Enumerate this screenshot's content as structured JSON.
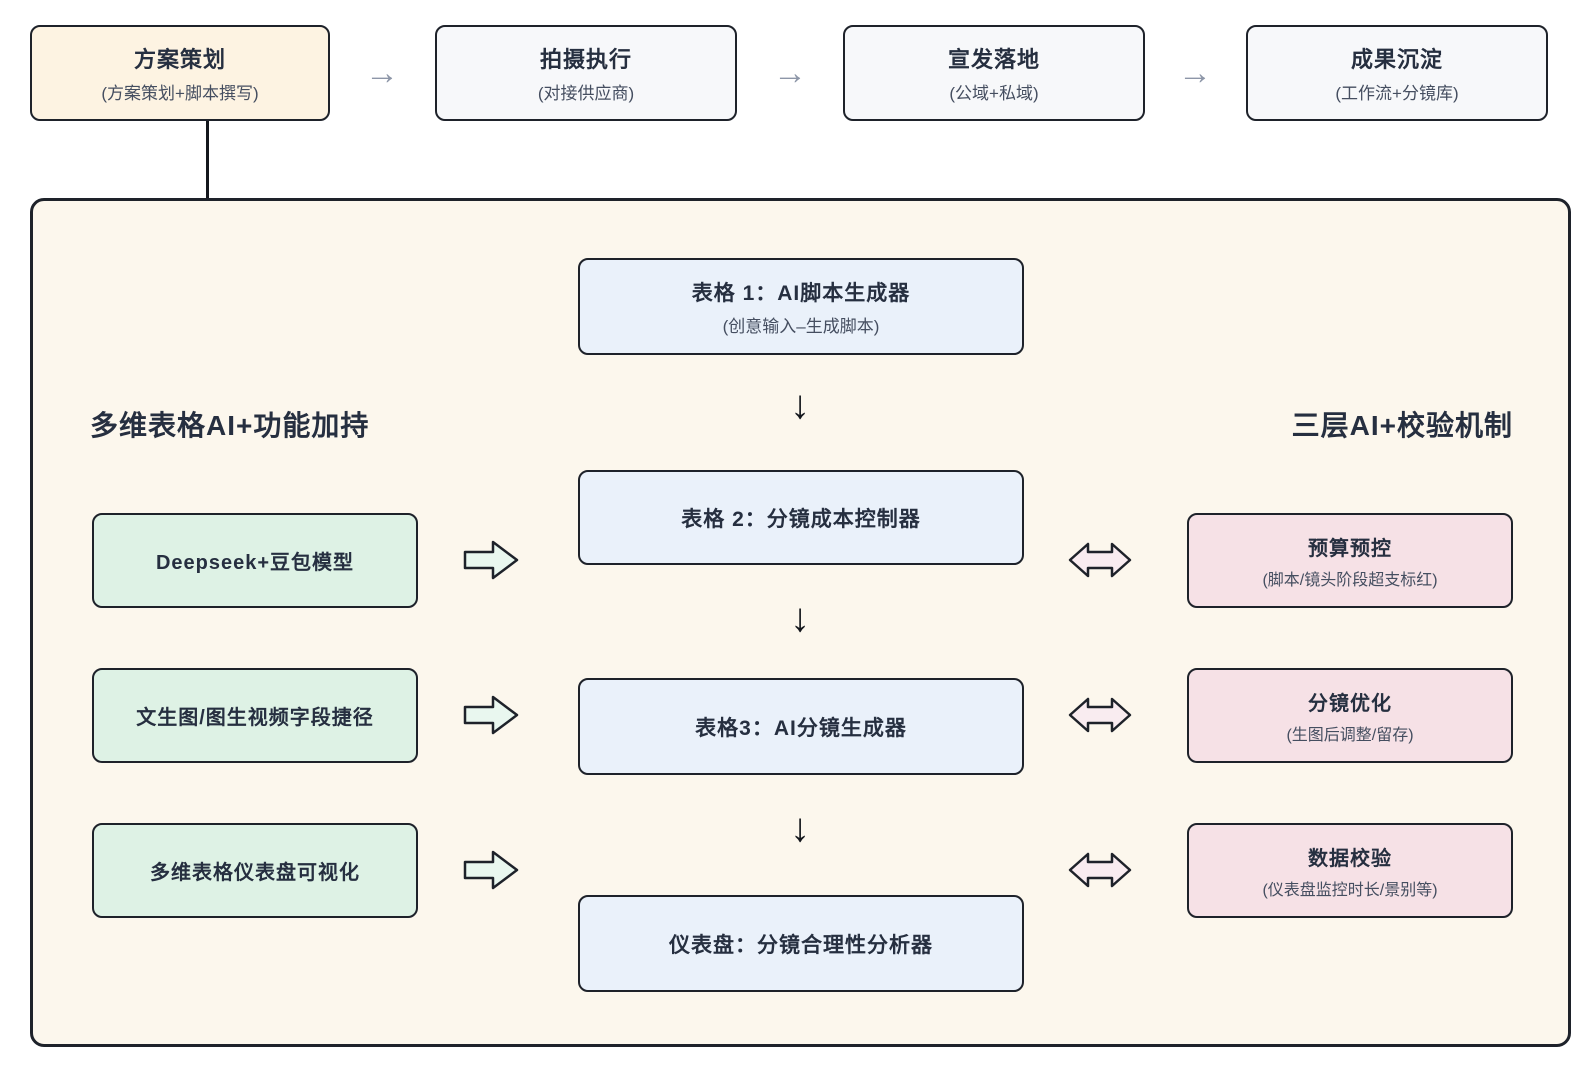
{
  "diagram": {
    "top_flow": {
      "stages": [
        {
          "title": "方案策划",
          "subtitle": "(方案策划+脚本撰写)"
        },
        {
          "title": "拍摄执行",
          "subtitle": "(对接供应商)"
        },
        {
          "title": "宣发落地",
          "subtitle": "(公域+私域)"
        },
        {
          "title": "成果沉淀",
          "subtitle": "(工作流+分镜库)"
        }
      ]
    },
    "panel": {
      "left_heading": "多维表格AI+功能加持",
      "right_heading": "三层AI+校验机制",
      "pipeline": [
        {
          "title": "表格 1：AI脚本生成器",
          "subtitle": "(创意输入–生成脚本)"
        },
        {
          "title": "表格 2：分镜成本控制器"
        },
        {
          "title": "表格3：AI分镜生成器"
        },
        {
          "title": "仪表盘：分镜合理性分析器"
        }
      ],
      "features": [
        {
          "label": "Deepseek+豆包模型"
        },
        {
          "label": "文生图/图生视频字段捷径"
        },
        {
          "label": "多维表格仪表盘可视化"
        }
      ],
      "checks": [
        {
          "title": "预算预控",
          "subtitle": "(脚本/镜头阶段超支标红)"
        },
        {
          "title": "分镜优化",
          "subtitle": "(生图后调整/留存)"
        },
        {
          "title": "数据校验",
          "subtitle": "(仪表盘监控时长/景别等)"
        }
      ]
    },
    "icons": {
      "flow_arrow": "→",
      "down_arrow": "↓"
    },
    "colors": {
      "stage_plan_bg": "#fdf3e2",
      "stage_bg": "#f7f8fa",
      "panel_bg": "#fcf7ed",
      "table_bg": "#eaf1fa",
      "feature_bg": "#def2e5",
      "feature_arrow_bg": "#e9f7ef",
      "check_bg": "#f6e1e6",
      "check_arrow_bg": "#f9ecf0",
      "border": "#1e222a",
      "title_text": "#262f40",
      "subtitle_text": "#454e60",
      "flow_arrow_color": "#8d96a8",
      "connector_color": "#14171d"
    }
  }
}
